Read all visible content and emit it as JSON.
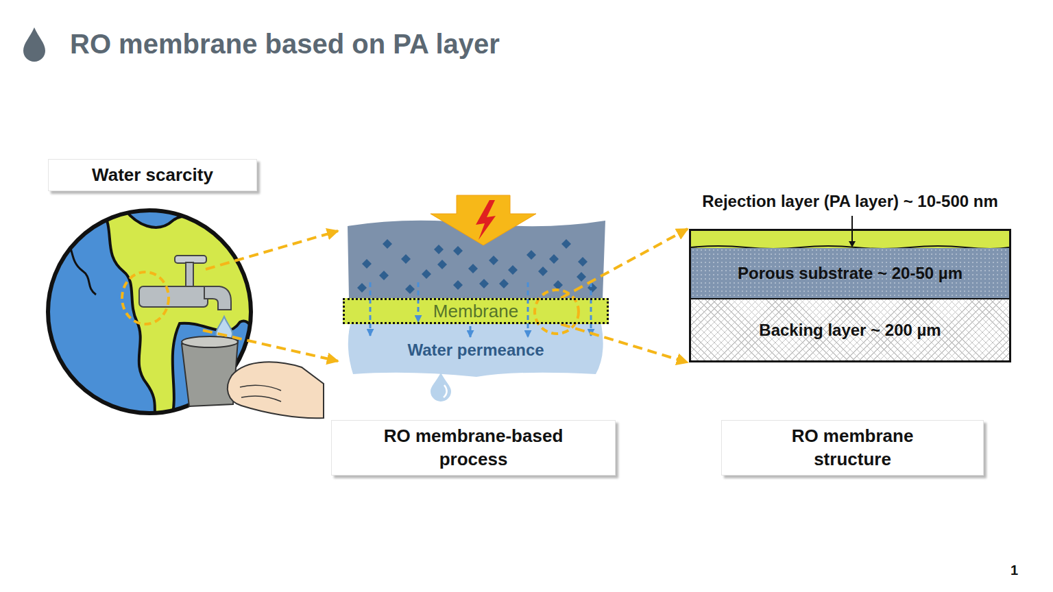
{
  "diagram": {
    "title": "RO membrane based on PA layer",
    "nodes": [
      {
        "text": [
          "Water scarcity"
        ]
      },
      {
        "text": [
          "Water permeance"
        ]
      },
      {
        "text": [
          "Membrane"
        ],
        "in": 1
      },
      {
        "text": [
          "Rejection layer (PA layer) ~ 10-500 nm"
        ]
      },
      {
        "text": [
          "Porous substrate ~ 20-50 µm"
        ]
      },
      {
        "text": [
          "Backing layer ~ 200 µm"
        ]
      },
      {
        "text": [
          "RO membrane-based process"
        ]
      },
      {
        "text": [
          "RO membrane structure"
        ]
      }
    ],
    "edges": [
      {
        "from": 2,
        "to": 3,
        "arrow": "to"
      },
      {
        "from": 2,
        "to": 5,
        "arrow": "to"
      }
    ],
    "labels": [
      "1"
    ]
  }
}
